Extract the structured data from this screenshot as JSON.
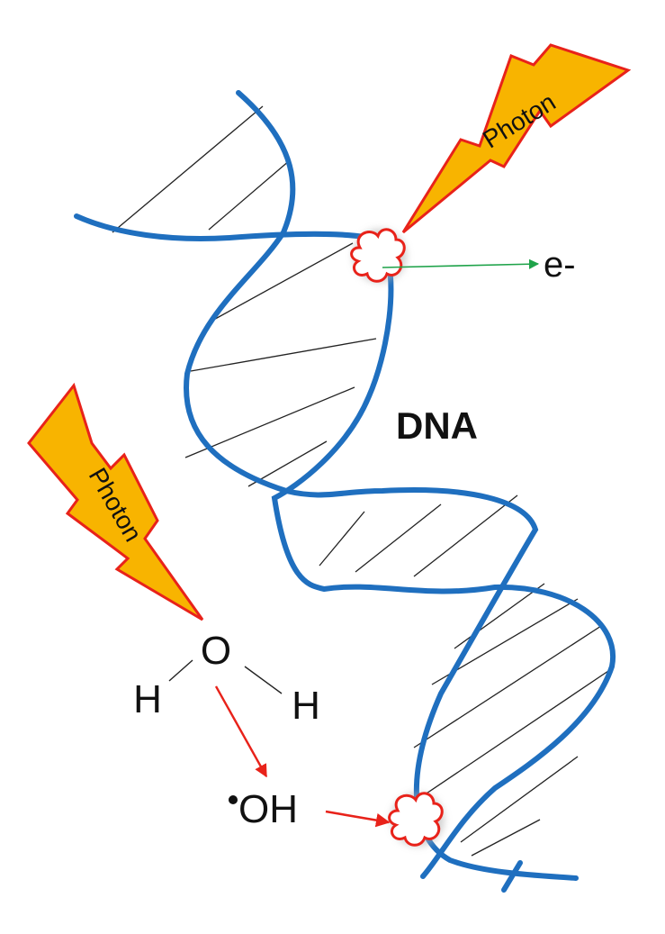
{
  "labels": {
    "dna": "DNA",
    "electron": "e-",
    "photon_top": "Photon",
    "photon_left": "Photon",
    "water_oxygen": "O",
    "water_h_left": "H",
    "water_h_right": "H",
    "radical": "OH"
  },
  "colors": {
    "strand": "#1f6fbf",
    "rung": "#222222",
    "photon_fill": "#f8b400",
    "photon_stroke": "#e8221a",
    "damage": "#e8221a",
    "arrow_red": "#e8221a",
    "arrow_green": "#1fa34a"
  },
  "icons": {
    "photon": "lightning-bolt-icon",
    "damage": "damage-burst-icon"
  }
}
